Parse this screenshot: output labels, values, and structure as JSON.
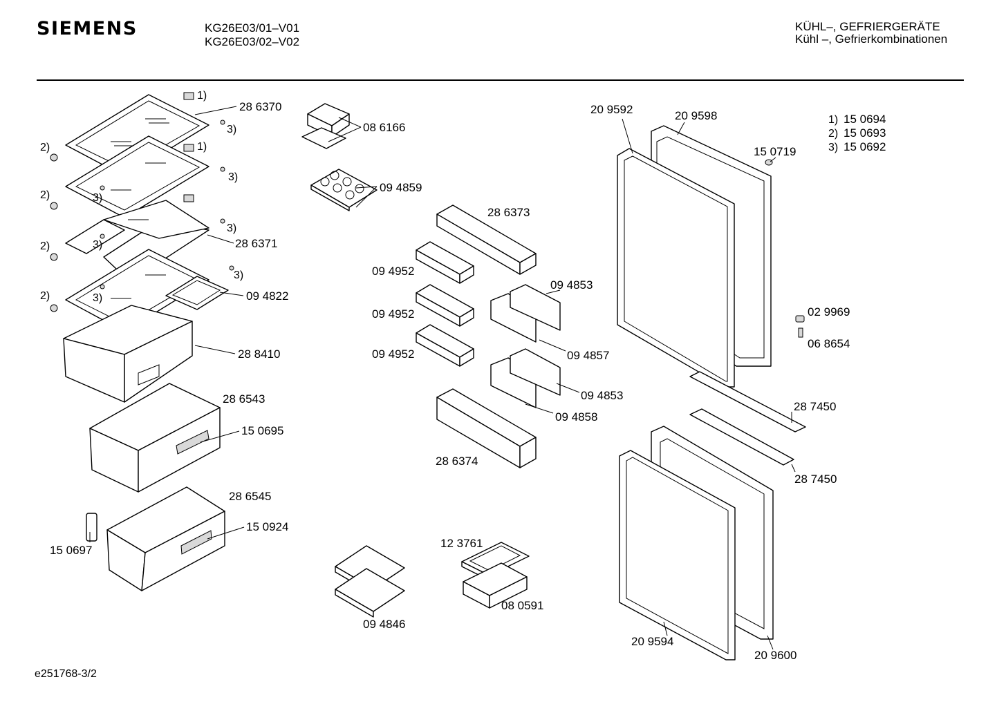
{
  "header": {
    "brand": "SIEMENS",
    "models": [
      "KG26E03/01–V01",
      "KG26E03/02–V02"
    ],
    "category": [
      "KÜHL–, GEFRIERGERÄTE",
      "Kühl –, Gefrierkombinationen"
    ]
  },
  "footer": {
    "doc_id": "e251768-3/2"
  },
  "legend": [
    {
      "key": "1)",
      "part": "15 0694"
    },
    {
      "key": "2)",
      "part": "15 0693"
    },
    {
      "key": "3)",
      "part": "15 0692"
    }
  ],
  "callouts": {
    "c1": {
      "text": "28 6370"
    },
    "c2": {
      "text": "28 6371"
    },
    "c3": {
      "text": "09 4822"
    },
    "c4": {
      "text": "28 8410"
    },
    "c5": {
      "text": "28 6543"
    },
    "c6": {
      "text": "15 0695"
    },
    "c7": {
      "text": "28 6545"
    },
    "c8": {
      "text": "15 0924"
    },
    "c9": {
      "text": "15 0697"
    },
    "c10": {
      "text": "08 6166"
    },
    "c11": {
      "text": "09 4859"
    },
    "c12": {
      "text": "28 6373"
    },
    "c13": {
      "text": "09 4952"
    },
    "c14": {
      "text": "09 4952"
    },
    "c15": {
      "text": "09 4952"
    },
    "c16": {
      "text": "09 4853"
    },
    "c17": {
      "text": "09 4857"
    },
    "c18": {
      "text": "09 4853"
    },
    "c19": {
      "text": "09 4858"
    },
    "c20": {
      "text": "28 6374"
    },
    "c21": {
      "text": "12 3761"
    },
    "c22": {
      "text": "08 0591"
    },
    "c23": {
      "text": "09 4846"
    },
    "c24": {
      "text": "20 9592"
    },
    "c25": {
      "text": "20 9598"
    },
    "c26": {
      "text": "15 0719"
    },
    "c27": {
      "text": "02 9969"
    },
    "c28": {
      "text": "06 8654"
    },
    "c29": {
      "text": "28 7450"
    },
    "c30": {
      "text": "28 7450"
    },
    "c31": {
      "text": "20 9594"
    },
    "c32": {
      "text": "20 9600"
    }
  },
  "notes": {
    "n1": "1)",
    "n2": "1)",
    "n3": "2)",
    "n4": "2)",
    "n5": "2)",
    "n6": "2)",
    "n7": "3)",
    "n8": "3)",
    "n9": "3)",
    "n10": "3)",
    "n11": "3)",
    "n12": "3)",
    "n13": "3)"
  }
}
